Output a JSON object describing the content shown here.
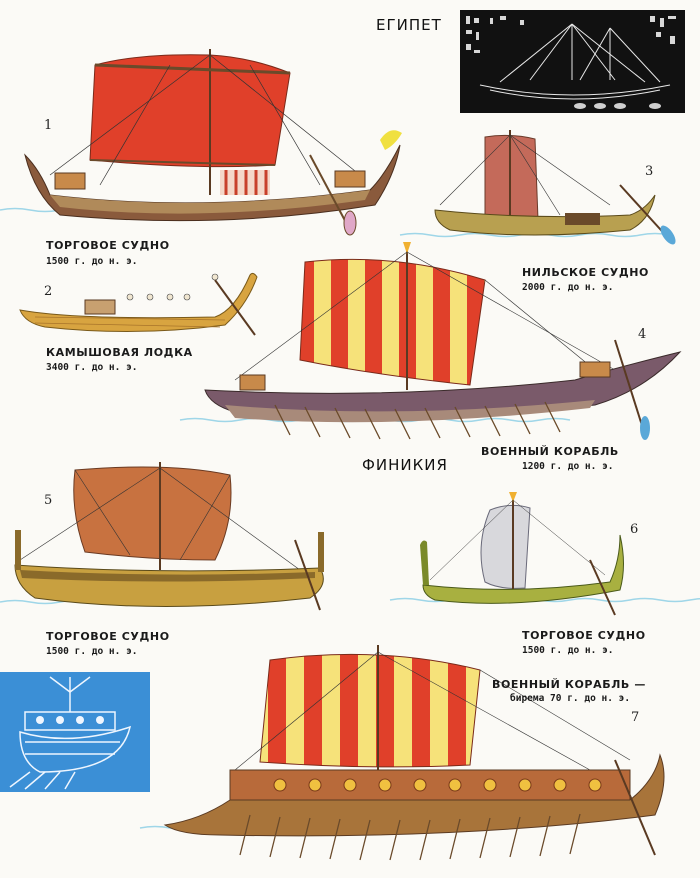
{
  "sections": {
    "egypt": "ЕГИПЕТ",
    "phoenicia": "ФИНИКИЯ"
  },
  "ships": [
    {
      "number": "1",
      "title": "ТОРГОВОЕ СУДНО",
      "date": "1500 г. до н. э."
    },
    {
      "number": "2",
      "title": "КАМЫШОВАЯ ЛОДКА",
      "date": "3400 г. до н. э."
    },
    {
      "number": "3",
      "title": "НИЛЬСКОЕ СУДНО",
      "date": "2000 г. до н. э."
    },
    {
      "number": "4",
      "title": "ВОЕННЫЙ КОРАБЛЬ",
      "date": "1200 г. до н. э."
    },
    {
      "number": "5",
      "title": "ТОРГОВОЕ СУДНО",
      "date": "1500 г. до н. э."
    },
    {
      "number": "6",
      "title": "ТОРГОВОЕ СУДНО",
      "date": "1500 г. до н. э."
    },
    {
      "number": "7",
      "title": "ВОЕННЫЙ КОРАБЛЬ —",
      "date": "бирема 70 г. до н. э."
    }
  ],
  "colors": {
    "sail_red": "#e0402a",
    "sail_stripe": "#f6e27a",
    "hull_brown": "#8a5a3c",
    "water": "#9fd6e8",
    "relief_blue": "#3b8fd6"
  }
}
